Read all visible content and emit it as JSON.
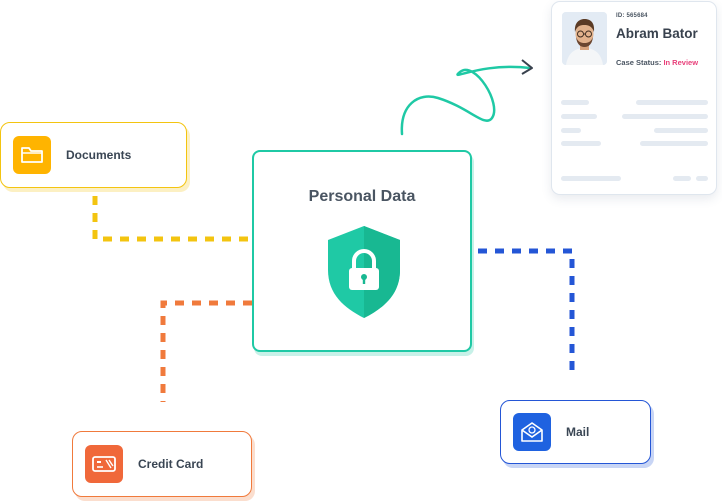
{
  "center": {
    "title": "Personal Data",
    "icon": "shield-lock-icon"
  },
  "nodes": {
    "documents": {
      "label": "Documents",
      "icon": "folder-icon",
      "color": "#f3c410"
    },
    "credit_card": {
      "label": "Credit Card",
      "icon": "credit-card-icon",
      "color": "#f07a3c"
    },
    "mail": {
      "label": "Mail",
      "icon": "mail-icon",
      "color": "#2456d6"
    }
  },
  "profile": {
    "id": "ID: 565684",
    "name": "Abram Bator",
    "status_label": "Case Status:",
    "status_value": "In Review",
    "status_color": "#e8407a"
  },
  "colors": {
    "accent": "#1fc9a5",
    "documents": "#f3c410",
    "credit_card": "#f07a3c",
    "mail": "#2456d6"
  }
}
